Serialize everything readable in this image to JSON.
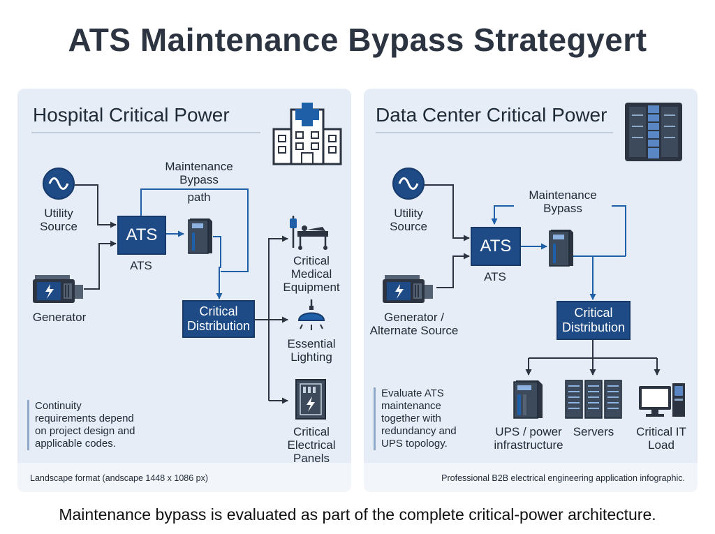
{
  "title": "ATS Maintenance Bypass Strategyert",
  "hospital": {
    "title": "Hospital Critical Power",
    "utility_source": [
      "Utility",
      "Source"
    ],
    "generator": "Generator",
    "ats_box": "ATS",
    "ats_label": "ATS",
    "bypass_label": [
      "Maintenance",
      "Bypass",
      "path"
    ],
    "distribution": [
      "Critical",
      "Distribution"
    ],
    "loads": {
      "medical": [
        "Critical",
        "Medical",
        "Equipment"
      ],
      "lighting": [
        "Essential",
        "Lighting"
      ],
      "panels": [
        "Critical",
        "Electrical",
        "Panels"
      ]
    },
    "note": [
      "Continuity",
      "requirements depend",
      "on project design and",
      "applicable codes."
    ],
    "footer": "Landscape format (andscape 1448 x 1086 px)"
  },
  "datacenter": {
    "title": "Data Center Critical Power",
    "utility_source": [
      "Utility",
      "Source"
    ],
    "generator": [
      "Generator /",
      "Alternate Source"
    ],
    "ats_box": "ATS",
    "ats_label": "ATS",
    "bypass_label": [
      "Maintenance",
      "Bypass"
    ],
    "distribution": [
      "Critical",
      "Distribution"
    ],
    "loads": {
      "ups": [
        "UPS / power",
        "infrastructure"
      ],
      "servers": "Servers",
      "it_load": [
        "Critical IT",
        "Load"
      ]
    },
    "note": [
      "Evaluate ATS",
      "maintenance",
      "together with",
      "redundancy and",
      "UPS topology."
    ],
    "footer": "Professional B2B electrical engineering application infographic."
  },
  "caption": "Maintenance bypass is evaluated as part of the complete critical-power architecture.",
  "colors": {
    "navy": "#1e4a86",
    "panel_bg": "#e6edf6",
    "wire": "#2b3440",
    "accent_blue": "#1f5fa8"
  }
}
